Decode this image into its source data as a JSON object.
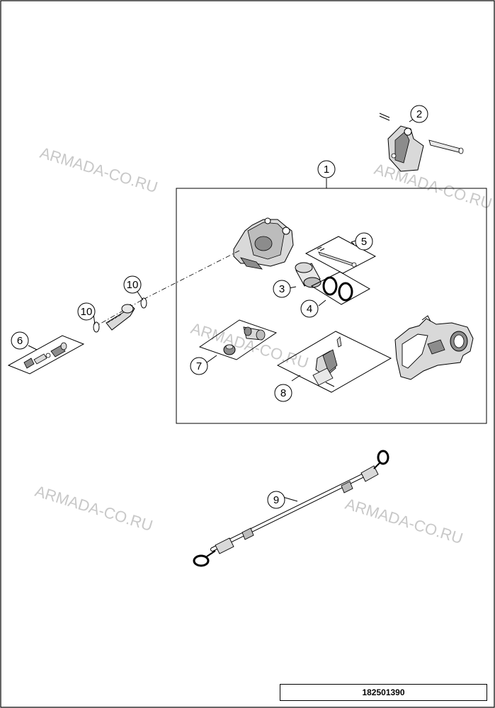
{
  "callouts": {
    "c1": "1",
    "c2": "2",
    "c3": "3",
    "c4": "4",
    "c5": "5",
    "c6": "6",
    "c7": "7",
    "c8": "8",
    "c9": "9",
    "c10a": "10",
    "c10b": "10"
  },
  "watermark": "ARMADA-CO.RU",
  "document_number": "182501390",
  "colors": {
    "line": "#000000",
    "part_fill": "#d9d9d9",
    "part_dark": "#8c8c8c",
    "watermark": "#c8c8c8"
  }
}
